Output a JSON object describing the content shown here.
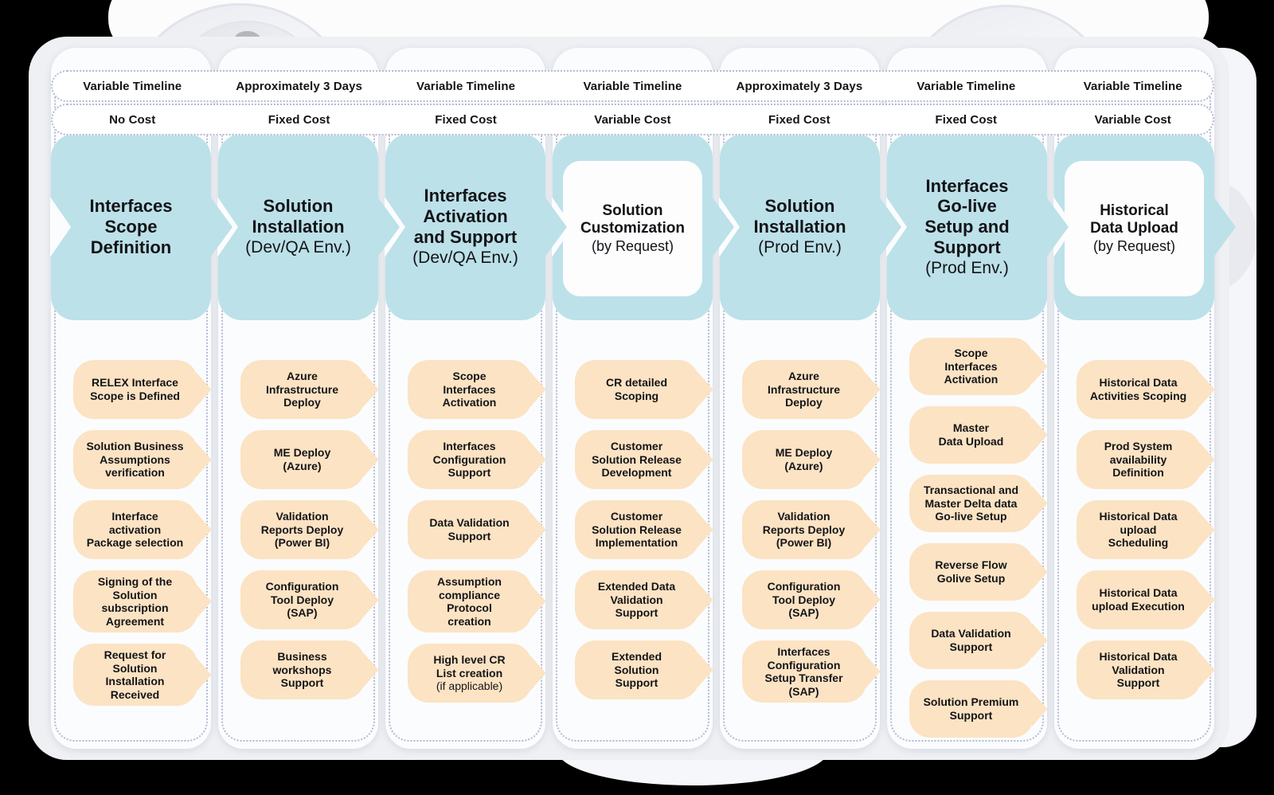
{
  "colors": {
    "background": "#000000",
    "container": "#eef0f4",
    "card": "#fbfcfe",
    "header_teal": "#bce1e9",
    "bubble_peach": "#fbe3c3",
    "dotted_border": "#b4b9d2",
    "text": "#141418"
  },
  "columns": [
    {
      "timeline": "Variable Timeline",
      "cost": "No Cost",
      "header": {
        "title": "Interfaces\nScope\nDefinition",
        "subtitle": ""
      },
      "bubbles": [
        {
          "text": "RELEX Interface\nScope is Defined"
        },
        {
          "text": "Solution Business\nAssumptions\nverification"
        },
        {
          "text": "Interface\nactivation\nPackage selection"
        },
        {
          "text": "Signing of the\nSolution\nsubscription\nAgreement"
        },
        {
          "text": "Request for\nSolution\nInstallation\nReceived"
        }
      ]
    },
    {
      "timeline": "Approximately 3 Days",
      "cost": "Fixed Cost",
      "header": {
        "title": "Solution\nInstallation",
        "subtitle": "(Dev/QA Env.)"
      },
      "bubbles": [
        {
          "text": "Azure\nInfrastructure\nDeploy"
        },
        {
          "text": "ME Deploy\n(Azure)"
        },
        {
          "text": "Validation\nReports Deploy\n(Power BI)"
        },
        {
          "text": "Configuration\nTool Deploy\n(SAP)"
        },
        {
          "text": "Business\nworkshops\nSupport"
        }
      ]
    },
    {
      "timeline": "Variable Timeline",
      "cost": "Fixed Cost",
      "header": {
        "title": "Interfaces\nActivation\nand Support",
        "subtitle": "(Dev/QA Env.)"
      },
      "bubbles": [
        {
          "text": "Scope\nInterfaces\nActivation"
        },
        {
          "text": "Interfaces\nConfiguration\nSupport"
        },
        {
          "text": "Data Validation\nSupport"
        },
        {
          "text": "Assumption\ncompliance\nProtocol\ncreation"
        },
        {
          "text": "High level CR\nList creation",
          "note": "(if applicable)"
        }
      ]
    },
    {
      "timeline": "Variable Timeline",
      "cost": "Variable Cost",
      "header": {
        "title": "Solution\nCustomization",
        "subtitle": "(by Request)"
      },
      "bubbles": [
        {
          "text": "CR detailed\nScoping"
        },
        {
          "text": "Customer\nSolution Release\nDevelopment"
        },
        {
          "text": "Customer\nSolution Release\nImplementation"
        },
        {
          "text": "Extended Data\nValidation\nSupport"
        },
        {
          "text": "Extended\nSolution\nSupport"
        }
      ]
    },
    {
      "timeline": "Approximately 3 Days",
      "cost": "Fixed Cost",
      "header": {
        "title": "Solution\nInstallation",
        "subtitle": "(Prod Env.)"
      },
      "bubbles": [
        {
          "text": "Azure\nInfrastructure\nDeploy"
        },
        {
          "text": "ME Deploy\n(Azure)"
        },
        {
          "text": "Validation\nReports Deploy\n(Power BI)"
        },
        {
          "text": "Configuration\nTool Deploy\n(SAP)"
        },
        {
          "text": "Interfaces\nConfiguration\nSetup Transfer\n(SAP)"
        }
      ]
    },
    {
      "timeline": "Variable Timeline",
      "cost": "Fixed Cost",
      "header": {
        "title": "Interfaces\nGo-live\nSetup and\nSupport",
        "subtitle": "(Prod Env.)"
      },
      "bubbles": [
        {
          "text": "Scope\nInterfaces\nActivation"
        },
        {
          "text": "Master\nData Upload"
        },
        {
          "text": "Transactional and\nMaster Delta data\nGo-live Setup"
        },
        {
          "text": "Reverse Flow\nGolive Setup"
        },
        {
          "text": "Data Validation\nSupport"
        },
        {
          "text": "Solution Premium\nSupport"
        }
      ]
    },
    {
      "timeline": "Variable Timeline",
      "cost": "Variable Cost",
      "header": {
        "title": "Historical\nData Upload",
        "subtitle": "(by Request)"
      },
      "bubbles": [
        {
          "text": "Historical Data\nActivities Scoping"
        },
        {
          "text": "Prod System\navailability\nDefinition"
        },
        {
          "text": "Historical Data\nupload\nScheduling"
        },
        {
          "text": "Historical Data\nupload Execution"
        },
        {
          "text": "Historical Data\nValidation\nSupport"
        }
      ]
    }
  ]
}
